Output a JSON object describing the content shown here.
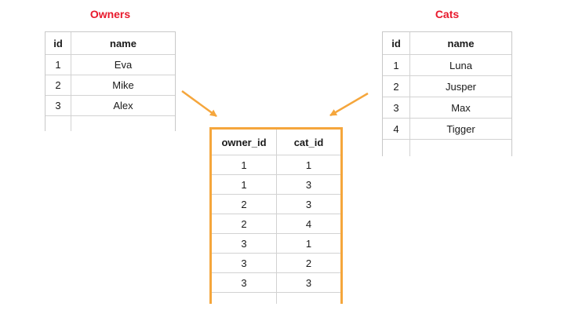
{
  "diagram": {
    "owners": {
      "title": "Owners",
      "columns": [
        "id",
        "name"
      ],
      "rows": [
        [
          "1",
          "Eva"
        ],
        [
          "2",
          "Mike"
        ],
        [
          "3",
          "Alex"
        ]
      ]
    },
    "cats": {
      "title": "Cats",
      "columns": [
        "id",
        "name"
      ],
      "rows": [
        [
          "1",
          "Luna"
        ],
        [
          "2",
          "Jusper"
        ],
        [
          "3",
          "Max"
        ],
        [
          "4",
          "Tigger"
        ]
      ]
    },
    "junction": {
      "columns": [
        "owner_id",
        "cat_id"
      ],
      "rows": [
        [
          "1",
          "1"
        ],
        [
          "1",
          "3"
        ],
        [
          "2",
          "3"
        ],
        [
          "2",
          "4"
        ],
        [
          "3",
          "1"
        ],
        [
          "3",
          "2"
        ],
        [
          "3",
          "3"
        ]
      ]
    },
    "colors": {
      "title_red": "#e8192c",
      "accent_orange": "#f5a63c",
      "border_gray": "#d2d2d2",
      "text_black": "#1a1a1a"
    }
  }
}
